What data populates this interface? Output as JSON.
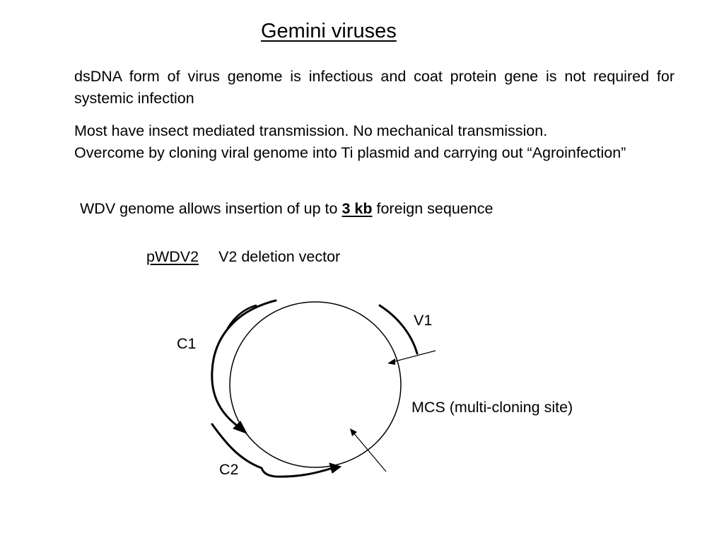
{
  "slide": {
    "title": "Gemini viruses",
    "paragraph1": "dsDNA form of virus genome is infectious and coat protein gene is not required for systemic infection",
    "paragraph2_line1": "Most have insect mediated transmission. No mechanical transmission.",
    "paragraph2_line2": "Overcome by cloning viral genome into Ti plasmid and carrying out “Agroinfection”",
    "wdv_prefix": "WDV genome allows insertion of up to ",
    "wdv_highlight": "3 kb",
    "wdv_suffix": " foreign sequence",
    "vector_name": "pWDV2",
    "vector_description": "V2 deletion vector"
  },
  "diagram": {
    "labels": {
      "v1": "V1",
      "c1": "C1",
      "c2": "C2",
      "mcs": "MCS (multi-cloning site)"
    }
  }
}
